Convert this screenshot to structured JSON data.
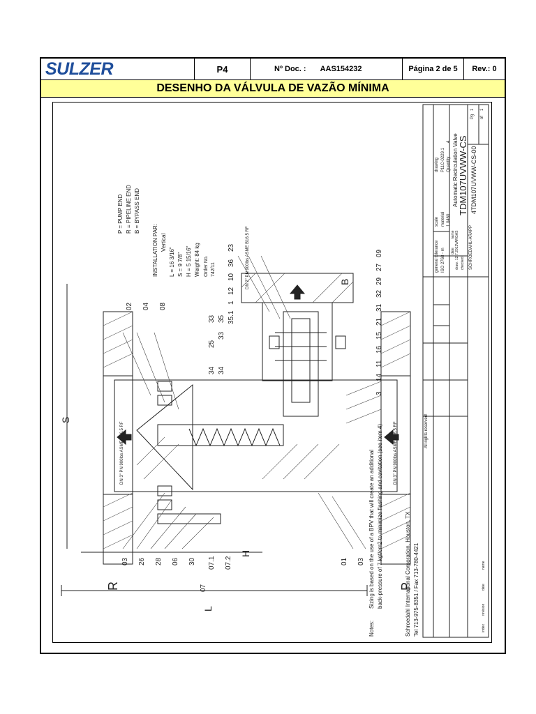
{
  "header": {
    "logo": "SULZER",
    "sheet_code": "P4",
    "doc_label": "Nº Doc. :",
    "doc_number": "AAS154232",
    "page": "Página  2 de 5",
    "revision": "Rev.: 0"
  },
  "title": "DESENHO DA VÁLVULA DE VAZÃO MÍNIMA",
  "drawing": {
    "legend": [
      "P = PUMP END",
      "R = PIPELINE END",
      "B = BYPASS END"
    ],
    "installation_title": "INSTALLATION PAR:",
    "installation_value": "Vertical",
    "dims": [
      "L = 16 3/16\"",
      "S = 9 7/8\"",
      "H = 5 15/16\"",
      "Weight: 84  kg"
    ],
    "order_label": "Order No.",
    "order_value": "742/11",
    "flange_label_1": "DN 3\" PN 900lbs ASME B16.5 RF",
    "flange_label_2": "DN 3\" PN 900lbs ASME B16.5 RF",
    "flange_label_3": "DN 2\" PN 900lbs ASME B16.5 RF",
    "port_labels": [
      "R",
      "P",
      "B"
    ],
    "dim_letters": [
      "S",
      "H",
      "L"
    ],
    "left_callouts": [
      "03",
      "26",
      "28",
      "06",
      "30",
      "07.1",
      "07.2",
      "07"
    ],
    "bottom_callouts": [
      "01",
      "03"
    ],
    "top_callouts": [
      "02",
      "04",
      "08"
    ],
    "mid_callouts": [
      "34",
      "34",
      "25",
      "33",
      "33",
      "35",
      "35.1",
      "1",
      "12",
      "10",
      "36",
      "23"
    ],
    "right_callouts": [
      "3",
      "14",
      "11",
      "16",
      "15",
      "21",
      "31",
      "32",
      "29",
      "27",
      "09"
    ],
    "notes_label": "Notes:",
    "notes_text_1": "Sizing is based on the use of a BPV that will create an additional",
    "notes_text_2": "back-pressure of 7 kgf/cm2 to minimize flashing and cavitation (see item 4)",
    "company_1": "Schroedahl International Corporation, Houston, TX",
    "company_2": "Tel 713-975-8351  /  Fax 713-780-4421",
    "title_block": {
      "rights": "All rights reserved!",
      "tolerance_label": "general tolerance",
      "tolerance_value": "ISO 2768 - m",
      "scale_label": "scale",
      "material_label": "material",
      "material_value": "1.0460",
      "name_label": "name",
      "date_label": "date",
      "draw_label": "draw.",
      "check_label": "checked",
      "draw_date": "12.7.2012",
      "draw_name": "VARGAS",
      "company_code": "SCHROEDAHL-ARAPP",
      "drawing_label": "drawing",
      "drawing_value": "P11C-0229.1",
      "quantity_label": "Quantity",
      "quantity_value": "4",
      "desc": "Automatic Recirculation Valve",
      "model": "TDM107UVWW-CS",
      "drawing_no": "4TDM107UVWW-CS-00",
      "pg_label": "Pg",
      "pg_value": "1",
      "of_label": "of",
      "of_value": "1",
      "rev_cols": [
        "index",
        "revision",
        "date",
        "name"
      ]
    }
  }
}
